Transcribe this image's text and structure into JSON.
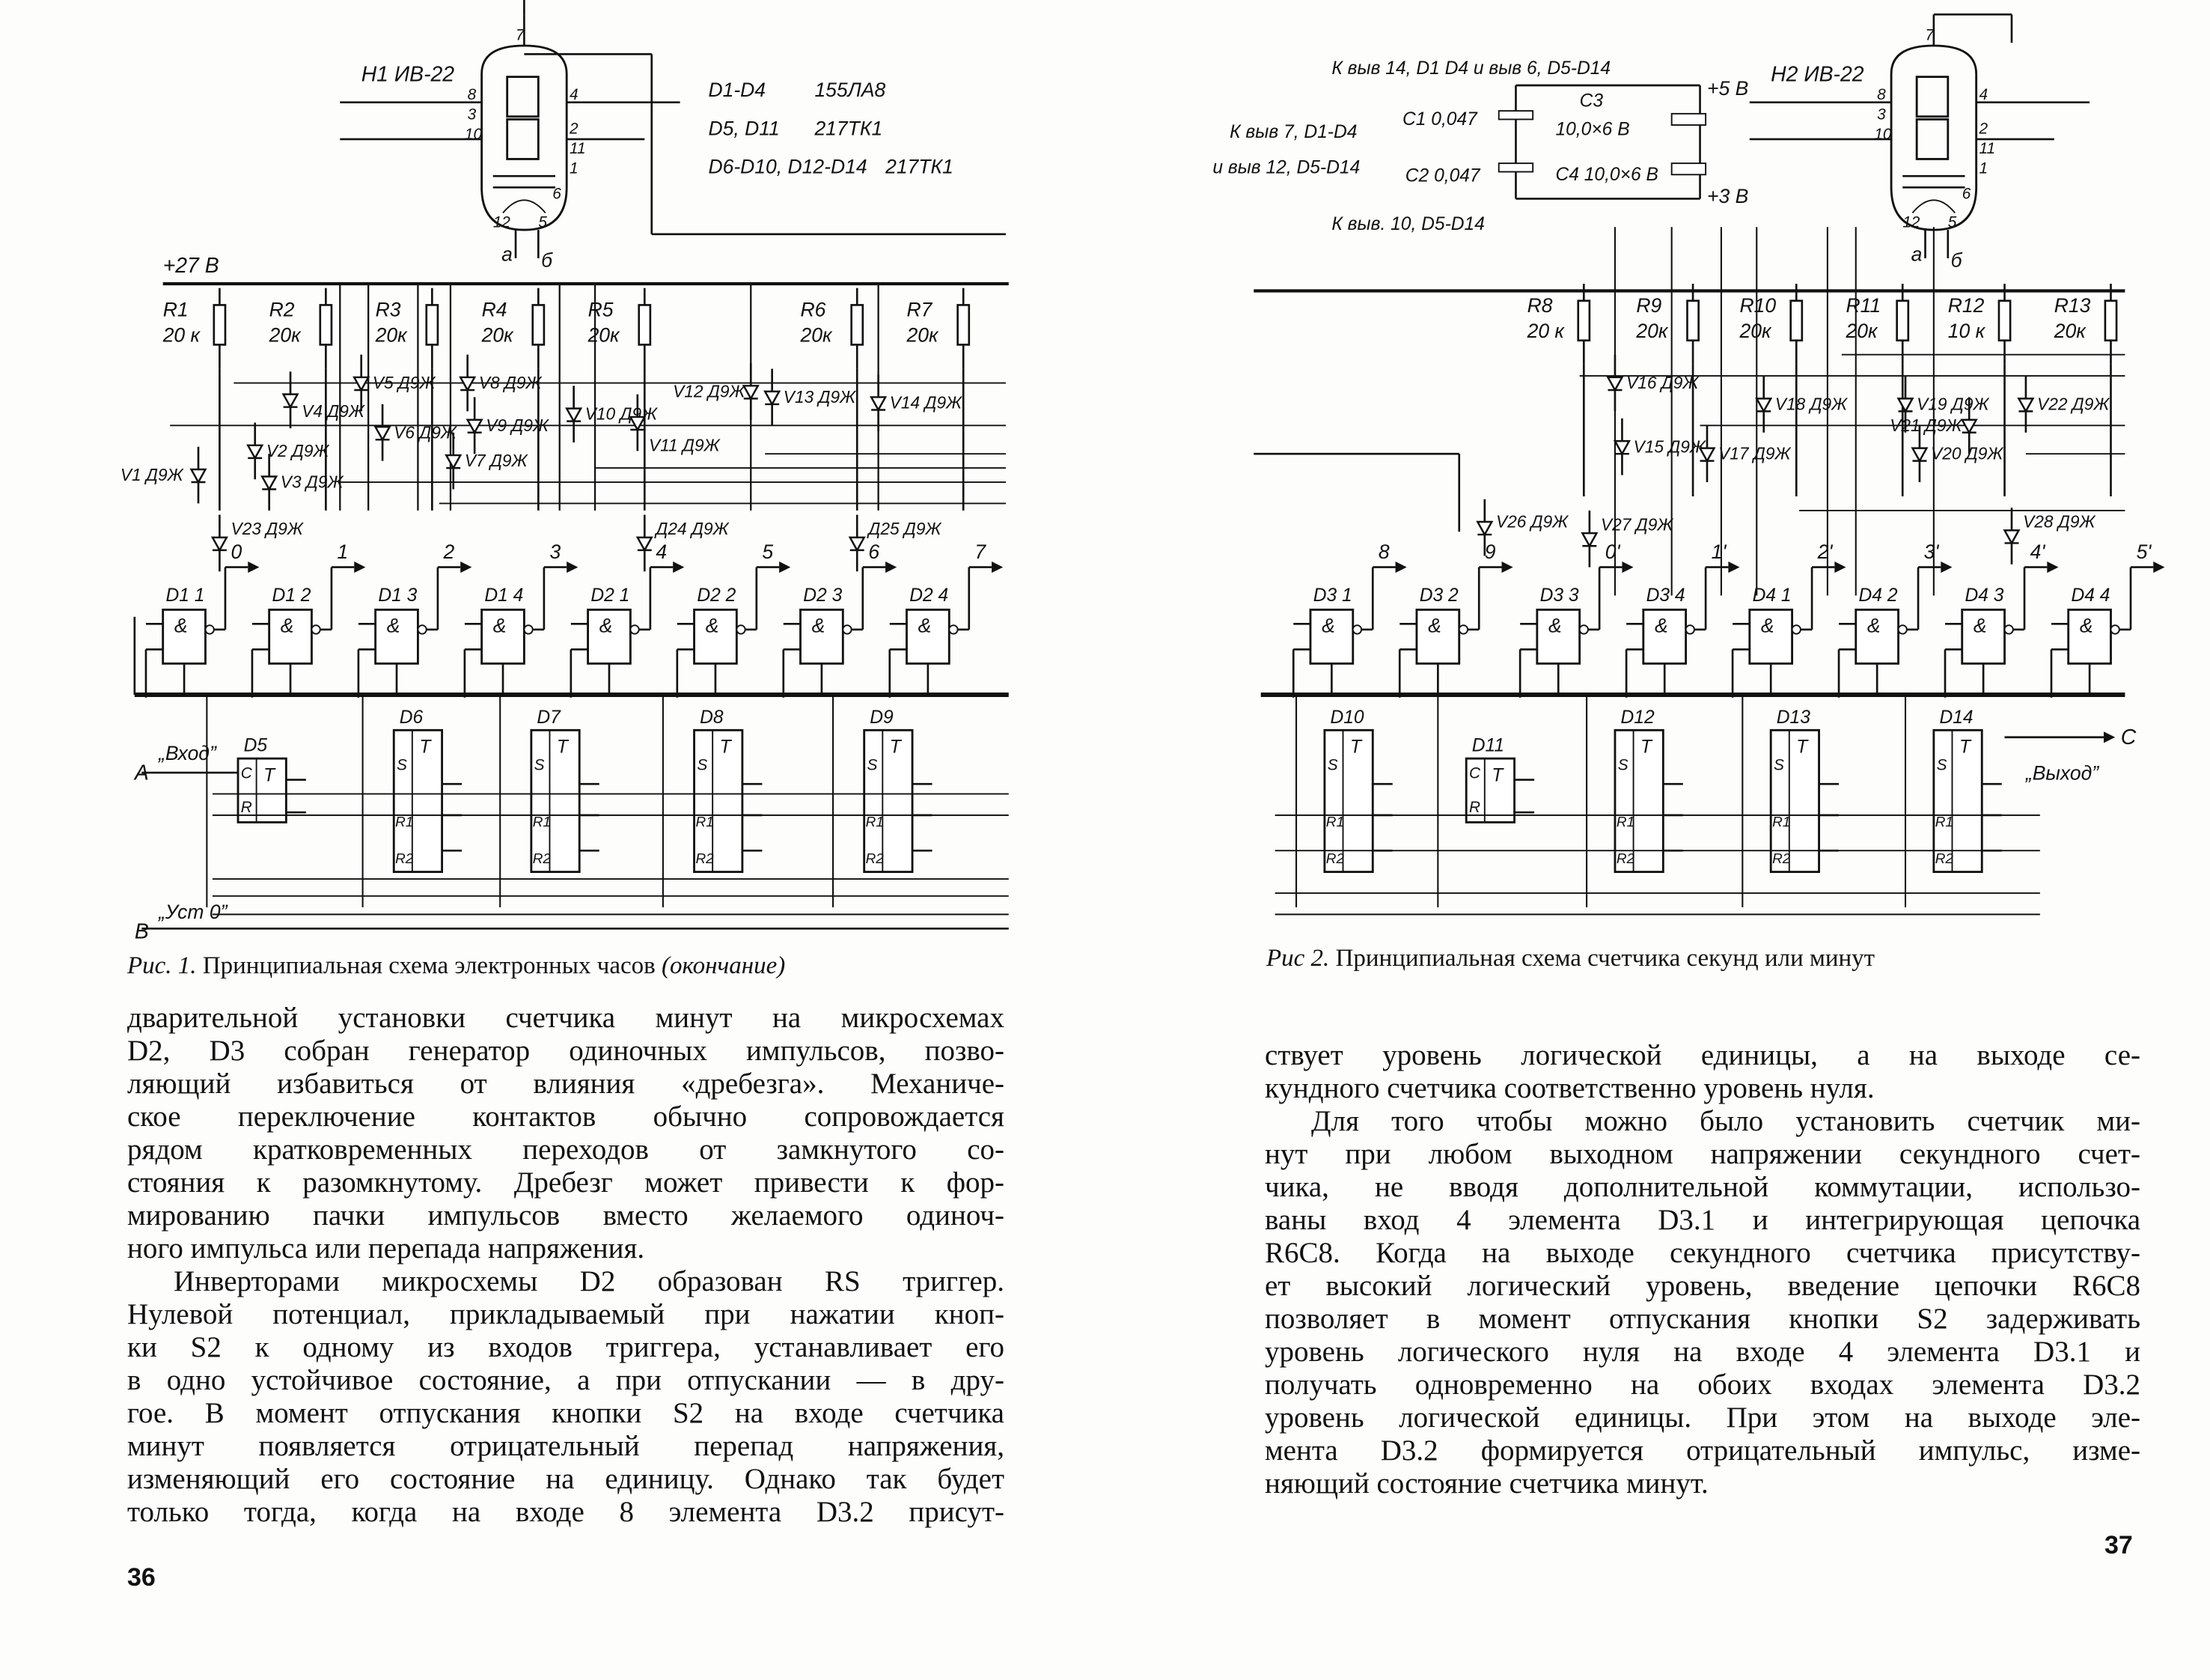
{
  "left_page": {
    "figure": {
      "tube_label": "Н1 ИВ-22",
      "tube_pins": [
        "7",
        "8",
        "3",
        "10",
        "4",
        "2",
        "11",
        "1",
        "6",
        "12",
        "5"
      ],
      "tube_outputs": [
        "а",
        "б"
      ],
      "legend": [
        [
          "D1-D4",
          "155ЛА8"
        ],
        [
          "D5, D11",
          "217ТК1"
        ],
        [
          "D6-D10, D12-D14",
          "217ТК1"
        ]
      ],
      "supply": "+27 В",
      "resistors": [
        {
          "ref": "R1",
          "value": "20 к"
        },
        {
          "ref": "R2",
          "value": "20к"
        },
        {
          "ref": "R3",
          "value": "20к"
        },
        {
          "ref": "R4",
          "value": "20к"
        },
        {
          "ref": "R5",
          "value": "20к"
        },
        {
          "ref": "R6",
          "value": "20к"
        },
        {
          "ref": "R7",
          "value": "20к"
        }
      ],
      "diodes": [
        "V1 Д9Ж",
        "V2 Д9Ж",
        "V3 Д9Ж",
        "V4 Д9Ж",
        "V5 Д9Ж",
        "V6 Д9Ж",
        "V7 Д9Ж",
        "V8 Д9Ж",
        "V9 Д9Ж",
        "V10 Д9Ж",
        "V11 Д9Ж",
        "V12 Д9Ж",
        "V13 Д9Ж",
        "V14 Д9Ж",
        "V23 Д9Ж",
        "Д24 Д9Ж",
        "Д25 Д9Ж"
      ],
      "gate_symbol": "&",
      "gates": [
        "D1 1",
        "D1 2",
        "D1 3",
        "D1 4",
        "D2 1",
        "D2 2",
        "D2 3",
        "D2 4"
      ],
      "gate_outputs": [
        "0",
        "1",
        "2",
        "3",
        "4",
        "5",
        "6",
        "7"
      ],
      "triggers": [
        "D5",
        "D6",
        "D7",
        "D8",
        "D9"
      ],
      "trigger_pins": {
        "t": "T",
        "c": "C",
        "r": "R",
        "s": "S",
        "r1": "R1",
        "r2": "R2"
      },
      "input_a": "А",
      "input_a_label": "„Вход”",
      "input_b": "В",
      "input_b_label": "„Уст 0”"
    },
    "caption_prefix": "Рис. 1.",
    "caption": "Принципиальная схема электронных часов",
    "caption_suffix": "(окончание)",
    "paragraph_lines": [
      "дварительной установки счетчика минут на микросхемах",
      "D2, D3 собран генератор одиночных импульсов, позво-",
      "ляющий избавиться от влияния «дребезга». Механиче-",
      "ское переключение контактов обычно сопровождается",
      "рядом кратковременных переходов от замкнутого со-",
      "стояния к разомкнутому. Дребезг может привести к фор-",
      "мированию пачки импульсов вместо желаемого одиноч-",
      "ного импульса или перепада напряжения.",
      "Инверторами микросхемы D2 образован RS триггер.",
      "Нулевой потенциал, прикладываемый при нажатии кноп-",
      "ки S2 к одному из входов триггера, устанавливает его",
      "в одно устойчивое состояние, а при отпускании — в дру-",
      "гое. В момент отпускания кнопки S2 на входе счетчика",
      "минут появляется отрицательный перепад напряжения,",
      "изменяющий его состояние на единицу. Однако так будет",
      "только тогда, когда на входе 8 элемента D3.2 присут-"
    ],
    "page_number": "36"
  },
  "right_page": {
    "figure": {
      "notes": [
        "К выв 14, D1 D4 и выв 6, D5-D14",
        "К выв 7, D1-D4",
        "и выв 12, D5-D14",
        "К выв. 10, D5-D14"
      ],
      "capacitors": [
        "C1 0,047",
        "C2 0,047",
        "C3",
        "10,0×6 В",
        "C4 10,0×6 В"
      ],
      "supply_5": "+5 В",
      "supply_3": "+3 В",
      "tube_label": "Н2 ИВ-22",
      "tube_pins": [
        "7",
        "8",
        "3",
        "10",
        "4",
        "2",
        "11",
        "1",
        "6",
        "12",
        "5"
      ],
      "tube_outputs": [
        "а",
        "б"
      ],
      "resistors": [
        {
          "ref": "R8",
          "value": "20 к"
        },
        {
          "ref": "R9",
          "value": "20к"
        },
        {
          "ref": "R10",
          "value": "20к"
        },
        {
          "ref": "R11",
          "value": "20к"
        },
        {
          "ref": "R12",
          "value": "10 к"
        },
        {
          "ref": "R13",
          "value": "20к"
        }
      ],
      "diodes": [
        "V15 Д9Ж",
        "V16 Д9Ж",
        "V17 Д9Ж",
        "V18 Д9Ж",
        "V19 Д9Ж",
        "V20 Д9Ж",
        "V21 Д9Ж",
        "V22 Д9Ж",
        "V26 Д9Ж",
        "V27 Д9Ж",
        "V28 Д9Ж"
      ],
      "gate_symbol": "&",
      "gates": [
        "D3 1",
        "D3 2",
        "D3 3",
        "D3 4",
        "D4 1",
        "D4 2",
        "D4 3",
        "D4 4"
      ],
      "gate_outputs": [
        "8",
        "9",
        "0'",
        "1'",
        "2'",
        "3'",
        "4'",
        "5'"
      ],
      "triggers": [
        "D10",
        "D11",
        "D12",
        "D13",
        "D14"
      ],
      "trigger_pins": {
        "t": "T",
        "c": "C",
        "r": "R",
        "s": "S",
        "r1": "R1",
        "r2": "R2"
      },
      "output": "С",
      "output_label": "„Выход”"
    },
    "caption_prefix": "Рис 2.",
    "caption": "Принципиальная схема счетчика секунд или минут",
    "paragraph_lines": [
      "ствует уровень логической единицы, а на выходе се-",
      "кундного счетчика соответственно уровень нуля.",
      "Для того чтобы можно было установить счетчик ми-",
      "нут при любом выходном напряжении секундного счет-",
      "чика, не вводя дополнительной коммутации, использо-",
      "ваны вход 4 элемента D3.1 и интегрирующая цепочка",
      "R6C8. Когда на выходе секундного счетчика присутству-",
      "ет высокий логический уровень, введение цепочки R6C8",
      "позволяет в момент отпускания кнопки S2 задерживать",
      "уровень логического нуля на входе 4 элемента D3.1 и",
      "получать одновременно на обоих входах элемента D3.2",
      "уровень логической единицы. При этом на выходе эле-",
      "мента D3.2 формируется отрицательный импульс, изме-",
      "няющий состояние счетчика минут."
    ],
    "page_number": "37"
  }
}
